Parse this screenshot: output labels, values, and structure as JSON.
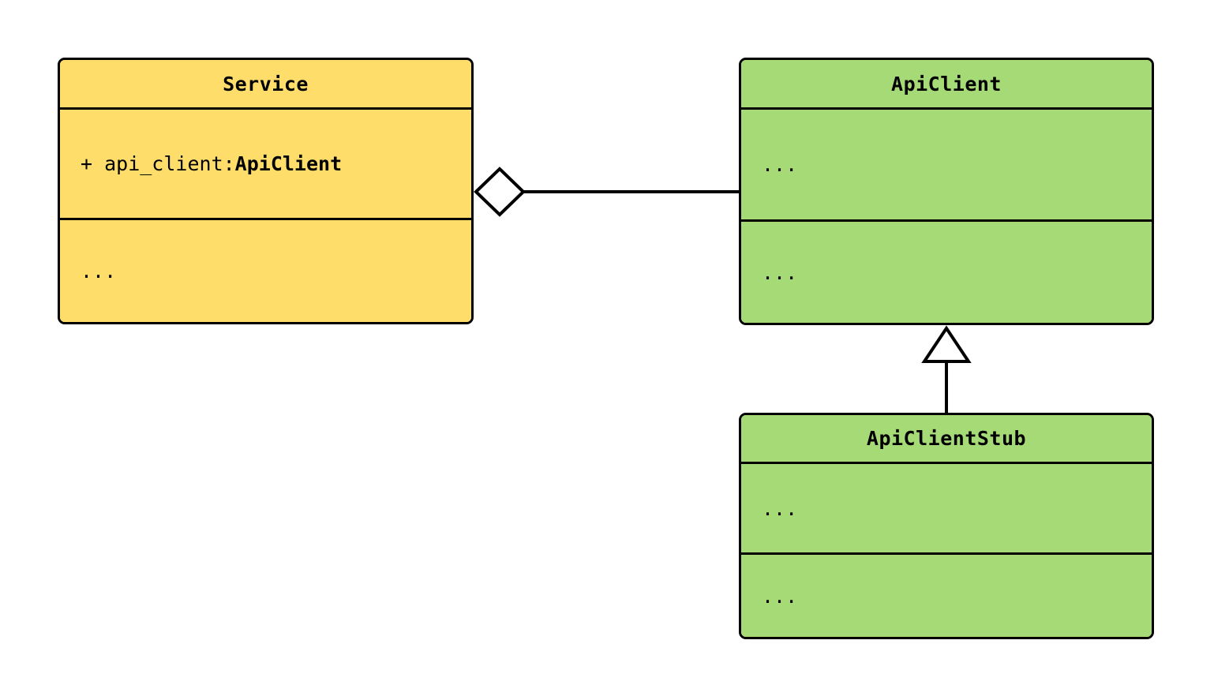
{
  "diagram": {
    "type": "uml-class-diagram",
    "background_color": "#FFFFFF",
    "stroke_color": "#000000",
    "classes": [
      {
        "id": "service",
        "name": "Service",
        "fill_color": "#FFDD6B",
        "compartments": [
          {
            "kind": "attributes",
            "entries": [
              "+ api_client: ApiClient"
            ]
          },
          {
            "kind": "methods",
            "entries": [
              "..."
            ]
          }
        ],
        "attribute": {
          "visibility": "+",
          "label": "+ api_client: ",
          "type": "ApiClient"
        }
      },
      {
        "id": "apiclient",
        "name": "ApiClient",
        "fill_color": "#A5DA77",
        "compartments": [
          {
            "kind": "attributes",
            "entries": [
              "..."
            ]
          },
          {
            "kind": "methods",
            "entries": [
              "..."
            ]
          }
        ]
      },
      {
        "id": "apiclientstub",
        "name": "ApiClientStub",
        "fill_color": "#A5DA77",
        "compartments": [
          {
            "kind": "attributes",
            "entries": [
              "..."
            ]
          },
          {
            "kind": "methods",
            "entries": [
              "..."
            ]
          }
        ]
      }
    ],
    "relationships": [
      {
        "id": "service-aggregates-apiclient",
        "type": "aggregation",
        "from": "Service",
        "to": "ApiClient",
        "marker": "hollow-diamond",
        "marker_at": "from"
      },
      {
        "id": "apiclientstub-inherits-apiclient",
        "type": "generalization",
        "from": "ApiClientStub",
        "to": "ApiClient",
        "marker": "hollow-triangle",
        "marker_at": "to"
      }
    ],
    "ellipsis": "..."
  }
}
